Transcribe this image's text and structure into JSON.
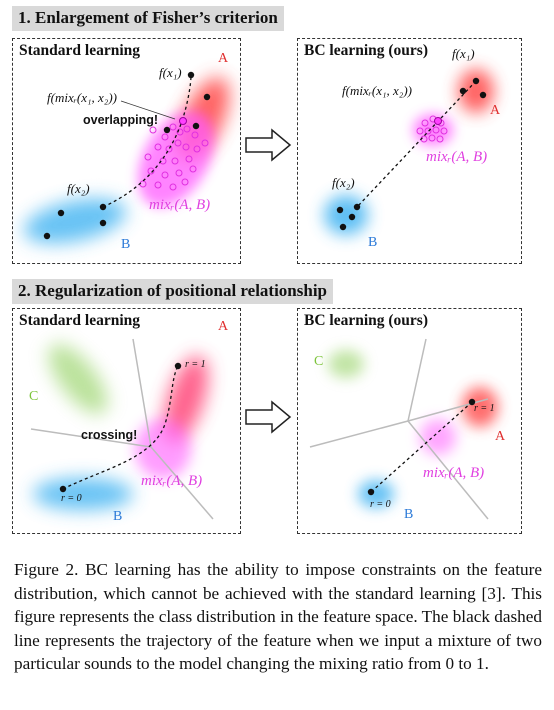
{
  "section1": {
    "title": "1. Enlargement of Fisher’s criterion"
  },
  "section2": {
    "title": "2. Regularization of positional relationship"
  },
  "panels": {
    "p1l": {
      "title": "Standard learning",
      "A": "A",
      "B": "B",
      "fx1": "f(x₁)",
      "fx2": "f(x₂)",
      "fmix": "f(mixᵣ(x₁, x₂))",
      "overlap": "overlapping!",
      "mix": "mixᵣ(A, B)"
    },
    "p1r": {
      "title": "BC learning (ours)",
      "A": "A",
      "B": "B",
      "fx1": "f(x₁)",
      "fx2": "f(x₂)",
      "fmix": "f(mixᵣ(x₁, x₂))",
      "mix": "mixᵣ(A, B)"
    },
    "p2l": {
      "title": "Standard learning",
      "A": "A",
      "B": "B",
      "C": "C",
      "r1": "r = 1",
      "r0": "r = 0",
      "crossing": "crossing!",
      "mix": "mixᵣ(A, B)"
    },
    "p2r": {
      "title": "BC learning (ours)",
      "A": "A",
      "B": "B",
      "C": "C",
      "r1": "r = 1",
      "r0": "r = 0",
      "mix": "mixᵣ(A, B)"
    }
  },
  "caption": "Figure 2. BC learning has the ability to impose constraints on the feature distribution, which cannot be achieved with the standard learning [3]. This figure represents the class distribution in the feature space. The black dashed line represents the trajectory of the feature when we input a mixture of two particular sounds to the model changing the mixing ratio from 0 to 1.",
  "colors": {
    "classA": "#ff4040",
    "classB": "#39a9f0",
    "classC": "#8ecf5a",
    "mix": "#ff55ff"
  }
}
